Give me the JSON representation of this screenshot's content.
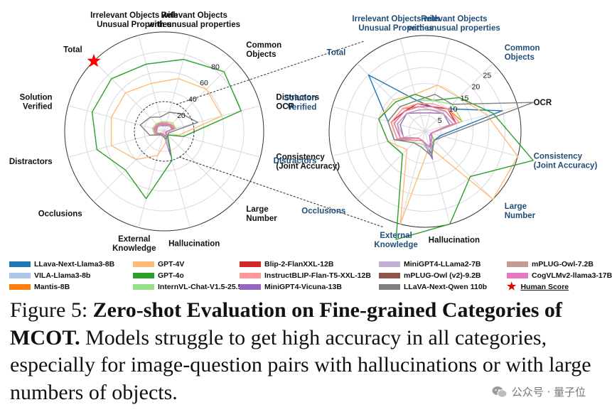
{
  "chart_data": [
    {
      "type": "radar",
      "axes": [
        "Irrelevant Objects with Unusual Properties",
        "Relevant Objects with unusual properties",
        "Common Objects",
        "OCR",
        "Consistency (Joint Accuracy)",
        "Large Number",
        "Hallucination",
        "External Knowledge",
        "Occlusions",
        "Distractors",
        "Solution Verified",
        "Total"
      ],
      "rlim": [
        0,
        100
      ],
      "r_ticks": [
        20,
        40,
        60,
        80
      ],
      "series": [
        {
          "name": "LLava-Next-Llama3-8B",
          "values": [
            10,
            8,
            10,
            12,
            2,
            4,
            6,
            3,
            4,
            10,
            12,
            10
          ]
        },
        {
          "name": "VILA-Llama3-8b",
          "values": [
            8,
            7,
            9,
            10,
            2,
            3,
            5,
            3,
            3,
            8,
            10,
            9
          ]
        },
        {
          "name": "Mantis-8B",
          "values": [
            8,
            8,
            10,
            12,
            2,
            4,
            5,
            3,
            3,
            9,
            11,
            10
          ]
        },
        {
          "name": "GPT-4V",
          "values": [
            50,
            55,
            60,
            60,
            15,
            5,
            10,
            25,
            40,
            55,
            55,
            55
          ]
        },
        {
          "name": "GPT-4o",
          "values": [
            70,
            75,
            85,
            80,
            20,
            5,
            30,
            70,
            55,
            70,
            75,
            75
          ]
        },
        {
          "name": "InternVL-Chat-V1.5-25.5B",
          "values": [
            10,
            10,
            12,
            12,
            2,
            4,
            6,
            4,
            5,
            10,
            12,
            11
          ]
        },
        {
          "name": "Blip-2-FlanXXL-12B",
          "values": [
            9,
            8,
            10,
            10,
            2,
            3,
            5,
            3,
            4,
            9,
            11,
            9
          ]
        },
        {
          "name": "InstructBLIP-Flan-T5-XXL-12B",
          "values": [
            9,
            9,
            10,
            11,
            2,
            3,
            5,
            3,
            4,
            9,
            11,
            10
          ]
        },
        {
          "name": "MiniGPT4-Vicuna-13B",
          "values": [
            6,
            6,
            8,
            8,
            2,
            2,
            25,
            3,
            3,
            7,
            8,
            8
          ]
        },
        {
          "name": "MiniGPT4-LLama2-7B",
          "values": [
            7,
            7,
            8,
            9,
            2,
            3,
            18,
            3,
            3,
            7,
            9,
            8
          ]
        },
        {
          "name": "mPLUG-Owl (v2)-9.2B",
          "values": [
            8,
            8,
            9,
            10,
            2,
            3,
            5,
            3,
            3,
            8,
            10,
            9
          ]
        },
        {
          "name": "LLaVA-Next-Qwen 110b",
          "values": [
            15,
            20,
            25,
            35,
            5,
            5,
            8,
            5,
            5,
            15,
            25,
            20
          ]
        },
        {
          "name": "mPLUG-Owl-7.2B",
          "values": [
            7,
            7,
            8,
            9,
            2,
            3,
            5,
            3,
            3,
            8,
            9,
            8
          ]
        },
        {
          "name": "CogVLMv2-llama3-17B",
          "values": [
            8,
            8,
            9,
            10,
            2,
            3,
            5,
            3,
            3,
            8,
            10,
            9
          ]
        },
        {
          "name": "Human Score",
          "values": [
            null,
            null,
            null,
            null,
            null,
            null,
            null,
            null,
            null,
            null,
            null,
            100
          ]
        }
      ]
    },
    {
      "type": "radar",
      "axes": [
        "Irrelevant Objects with Unusual Properties",
        "Relevant Objects with unusual properties",
        "Common Objects",
        "OCR",
        "Consistency (Joint Accuracy)",
        "Large Number",
        "Hallucination",
        "External Knowledge",
        "Occlusions",
        "Distractors",
        "Solution Verified",
        "Total"
      ],
      "rlim": [
        0,
        30
      ],
      "r_ticks": [
        5,
        10,
        15,
        20,
        25
      ],
      "series": [
        {
          "name": "LLava-Next-Llama3-8B",
          "values": [
            10,
            8,
            10,
            25,
            5,
            4,
            7,
            3,
            4,
            10,
            12,
            25
          ]
        },
        {
          "name": "VILA-Llama3-8b",
          "values": [
            8,
            7,
            9,
            10,
            2,
            3,
            5,
            3,
            3,
            8,
            10,
            9
          ]
        },
        {
          "name": "Mantis-8B",
          "values": [
            8,
            8,
            10,
            12,
            2,
            4,
            5,
            3,
            3,
            9,
            11,
            10
          ]
        },
        {
          "name": "GPT-4V",
          "values": [
            12,
            15,
            15,
            20,
            30,
            30,
            5,
            30,
            8,
            12,
            15,
            14
          ]
        },
        {
          "name": "GPT-4o",
          "values": [
            12,
            10,
            15,
            22,
            35,
            20,
            30,
            35,
            10,
            12,
            15,
            13
          ]
        },
        {
          "name": "InternVL-Chat-V1.5-25.5B",
          "values": [
            10,
            10,
            12,
            12,
            2,
            4,
            6,
            4,
            5,
            10,
            12,
            11
          ]
        },
        {
          "name": "Blip-2-FlanXXL-12B",
          "values": [
            9,
            8,
            10,
            10,
            2,
            3,
            5,
            3,
            4,
            9,
            11,
            9
          ]
        },
        {
          "name": "InstructBLIP-Flan-T5-XXL-12B",
          "values": [
            9,
            9,
            10,
            11,
            2,
            3,
            5,
            3,
            4,
            9,
            11,
            10
          ]
        },
        {
          "name": "MiniGPT4-Vicuna-13B",
          "values": [
            6,
            6,
            8,
            8,
            2,
            2,
            9,
            3,
            3,
            7,
            8,
            8
          ]
        },
        {
          "name": "MiniGPT4-LLama2-7B",
          "values": [
            7,
            7,
            8,
            9,
            2,
            3,
            8,
            3,
            3,
            7,
            9,
            8
          ]
        },
        {
          "name": "mPLUG-Owl (v2)-9.2B",
          "values": [
            8,
            8,
            9,
            10,
            2,
            3,
            5,
            3,
            3,
            8,
            10,
            9
          ]
        },
        {
          "name": "LLaVA-Next-Qwen 110b",
          "values": [
            10,
            12,
            12,
            35,
            6,
            4,
            8,
            5,
            5,
            10,
            12,
            11
          ]
        },
        {
          "name": "mPLUG-Owl-7.2B",
          "values": [
            7,
            7,
            8,
            9,
            2,
            3,
            5,
            3,
            3,
            8,
            9,
            8
          ]
        },
        {
          "name": "CogVLMv2-llama3-17B",
          "values": [
            8,
            8,
            9,
            10,
            2,
            3,
            5,
            3,
            3,
            8,
            10,
            9
          ]
        }
      ]
    }
  ],
  "series_colors": {
    "LLava-Next-Llama3-8B": "#1f77b4",
    "VILA-Llama3-8b": "#aec7e8",
    "Mantis-8B": "#ff7f0e",
    "GPT-4V": "#ffbb78",
    "GPT-4o": "#2ca02c",
    "InternVL-Chat-V1.5-25.5B": "#98df8a",
    "Blip-2-FlanXXL-12B": "#d62728",
    "InstructBLIP-Flan-T5-XXL-12B": "#ff9896",
    "MiniGPT4-Vicuna-13B": "#9467bd",
    "MiniGPT4-LLama2-7B": "#c5b0d5",
    "mPLUG-Owl (v2)-9.2B": "#8c564b",
    "LLaVA-Next-Qwen 110b": "#7f7f7f",
    "mPLUG-Owl-7.2B": "#c49c94",
    "CogVLMv2-llama3-17B": "#e377c2",
    "Human Score": "#ff0000"
  },
  "left_axis_labels": [
    [
      "Irrelevant Objects with",
      "Unusual Properties"
    ],
    [
      "Relevant Objects",
      "with unusual properties"
    ],
    [
      "Common",
      "Objects"
    ],
    [
      "Distractors",
      "OCR"
    ],
    [
      "Consistency",
      "(Joint Accuracy)"
    ],
    [
      "Large",
      "Number"
    ],
    [
      "Hallucination"
    ],
    [
      "External",
      "Knowledge"
    ],
    [
      "Occlusions"
    ],
    [
      "Distractors"
    ],
    [
      "Solution",
      "Verified"
    ],
    [
      "Total"
    ]
  ],
  "right_axis_labels": [
    [
      "Irrelevant Objects with",
      "Unusual Properties"
    ],
    [
      "Relevant Objects",
      "with unusual properties"
    ],
    [
      "Common",
      "Objects"
    ],
    [
      "OCR"
    ],
    [
      "Consistency",
      "(Joint Accuracy)"
    ],
    [
      "Large",
      "Number"
    ],
    [
      "Hallucination"
    ],
    [
      "External",
      "Knowledge"
    ],
    [
      "Occlusions"
    ],
    [
      "Distractors"
    ],
    [
      "Solution",
      "Verified"
    ],
    [
      "Total"
    ]
  ],
  "legend": [
    "LLava-Next-Llama3-8B",
    "VILA-Llama3-8b",
    "Mantis-8B",
    "GPT-4V",
    "GPT-4o",
    "InternVL-Chat-V1.5-25.5B",
    "Blip-2-FlanXXL-12B",
    "InstructBLIP-Flan-T5-XXL-12B",
    "MiniGPT4-Vicuna-13B",
    "MiniGPT4-LLama2-7B",
    "mPLUG-Owl (v2)-9.2B",
    "LLaVA-Next-Qwen 110b",
    "mPLUG-Owl-7.2B",
    "CogVLMv2-llama3-17B",
    "Human Score"
  ],
  "caption": {
    "prefix": "Figure 5: ",
    "bold": "Zero-shot Evaluation on Fine-grained Categories of MCOT.",
    "rest": " Models struggle to get high accuracy in all categories, especially for image-question pairs with hallucinations or with large numbers of objects."
  },
  "watermark": "公众号 · 量子位"
}
